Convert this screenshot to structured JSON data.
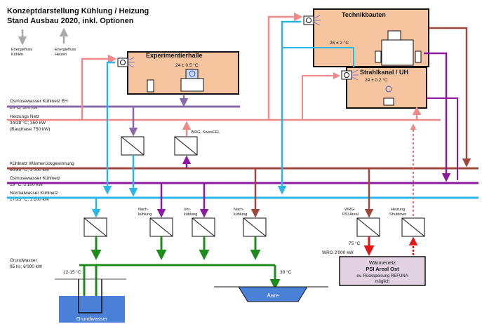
{
  "title": {
    "line1": "Konzeptdarstellung Kühlung / Heizung",
    "line2": "Stand Ausbau 2020, inkl. Optionen"
  },
  "legend": {
    "cooling_line1": "Energiefluss",
    "cooling_line2": "Kühlen",
    "heating_line1": "Energiefluss",
    "heating_line2": "Heizen"
  },
  "buildings": {
    "experimentierhalle": {
      "name": "Experimentierhalle",
      "temp": "24 ± 0.5 °C"
    },
    "technikbauten": {
      "name": "Technikbauten",
      "temp": "26 ± 2 °C"
    },
    "strahlkanal": {
      "name": "Strahlkanal / UH",
      "temp": "24 ± 0.2 °C"
    }
  },
  "networks": {
    "osmose_eh": {
      "line1": "Osmosewasser Kühlnetz EH",
      "line2": "20°C; 100 kW"
    },
    "heizung": {
      "line1": "Heizungs Netz",
      "line2": "34/28 °C;  350 kW",
      "line3": "(Bauphase  750 kW)"
    },
    "waermerueck": {
      "line1": "Kühlnetz Wärmerückgewinnung",
      "line2": "60/80 °C; 2'000 kW"
    },
    "osmose": {
      "line1": "Osmosewasser Kühlnetz",
      "line2": "19 °C; 2'100 kW"
    },
    "normalwasser": {
      "line1": "Normalwasser Kühlnetz",
      "line2": "17/23 °C; 2'100 kW"
    },
    "grundwasser": {
      "line1": "Grundwasser",
      "line2": "95 l/s; 6'000 kW"
    }
  },
  "labels": {
    "wrg_swissfel": "WRG- SwissFEL",
    "nachkuehlung1_a": "Nach-",
    "nachkuehlung1_b": "kühlung",
    "vorkuehlung_a": "Vor-",
    "vorkuehlung_b": "kühlung",
    "nachkuehlung2_a": "Nach-",
    "nachkuehlung2_b": "kühlung",
    "wrg_psi_a": "WRG-",
    "wrg_psi_b": "PSI Areal",
    "heizung_shutdown_a": "Heizung",
    "heizung_shutdown_b": "Shutdown",
    "temp_75": "75 °C",
    "wrg_kw": "WRG  2'000 kW",
    "temp_12_15": "12-15 °C",
    "temp_30": "30 °C",
    "grundwasser_box": "Grundwasser",
    "aare": "Aare"
  },
  "waermenetz": {
    "line1": "Wärmenetz",
    "line2": "PSI Areal Ost",
    "line3": "ev.  Rückspeisung REFUNA",
    "line4": "möglich"
  },
  "colors": {
    "cooling_blue": "#29b6e8",
    "heating_pink": "#f08a8a",
    "recovery_brown": "#a0463c",
    "osmose_purple": "#8b1aa0",
    "eh_purple": "#8a6aa8",
    "ground_green": "#1e8c1e",
    "building_fill": "#f7c4a0",
    "waermenetz_fill": "#e2d2e2",
    "water_fill": "#4a80d8"
  }
}
